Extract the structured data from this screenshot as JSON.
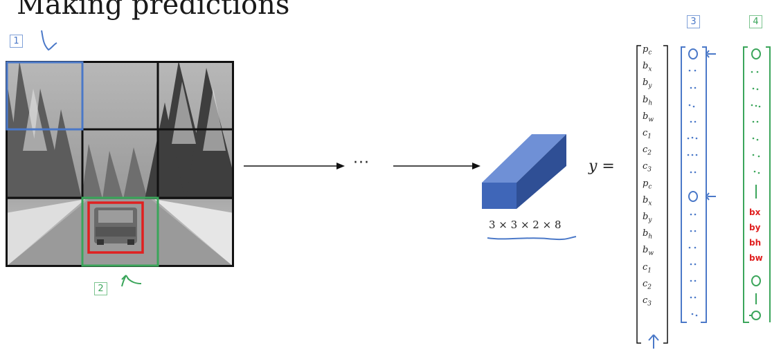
{
  "title": "Making predictions",
  "labels": {
    "cell_1": "1",
    "cell_2": "2",
    "column_3": "3",
    "column_4": "4"
  },
  "pipeline": {
    "ellipsis": "···",
    "output_shape": "3 × 3 × 2 × 8"
  },
  "y_vector": {
    "lhs": "y =",
    "entries": [
      {
        "base": "p",
        "sub": "c"
      },
      {
        "base": "b",
        "sub": "x"
      },
      {
        "base": "b",
        "sub": "y"
      },
      {
        "base": "b",
        "sub": "h"
      },
      {
        "base": "b",
        "sub": "w"
      },
      {
        "base": "c",
        "sub": "1"
      },
      {
        "base": "c",
        "sub": "2"
      },
      {
        "base": "c",
        "sub": "3"
      },
      {
        "base": "p",
        "sub": "c"
      },
      {
        "base": "b",
        "sub": "x"
      },
      {
        "base": "b",
        "sub": "y"
      },
      {
        "base": "b",
        "sub": "h"
      },
      {
        "base": "b",
        "sub": "w"
      },
      {
        "base": "c",
        "sub": "1"
      },
      {
        "base": "c",
        "sub": "2"
      },
      {
        "base": "c",
        "sub": "3"
      }
    ]
  },
  "handwritten_col4_red": [
    "bx",
    "by",
    "bh",
    "bw"
  ],
  "colors": {
    "blue": "#4a78c8",
    "green": "#3aa55a",
    "red": "#e02020",
    "box3d": "#3f66b8"
  }
}
